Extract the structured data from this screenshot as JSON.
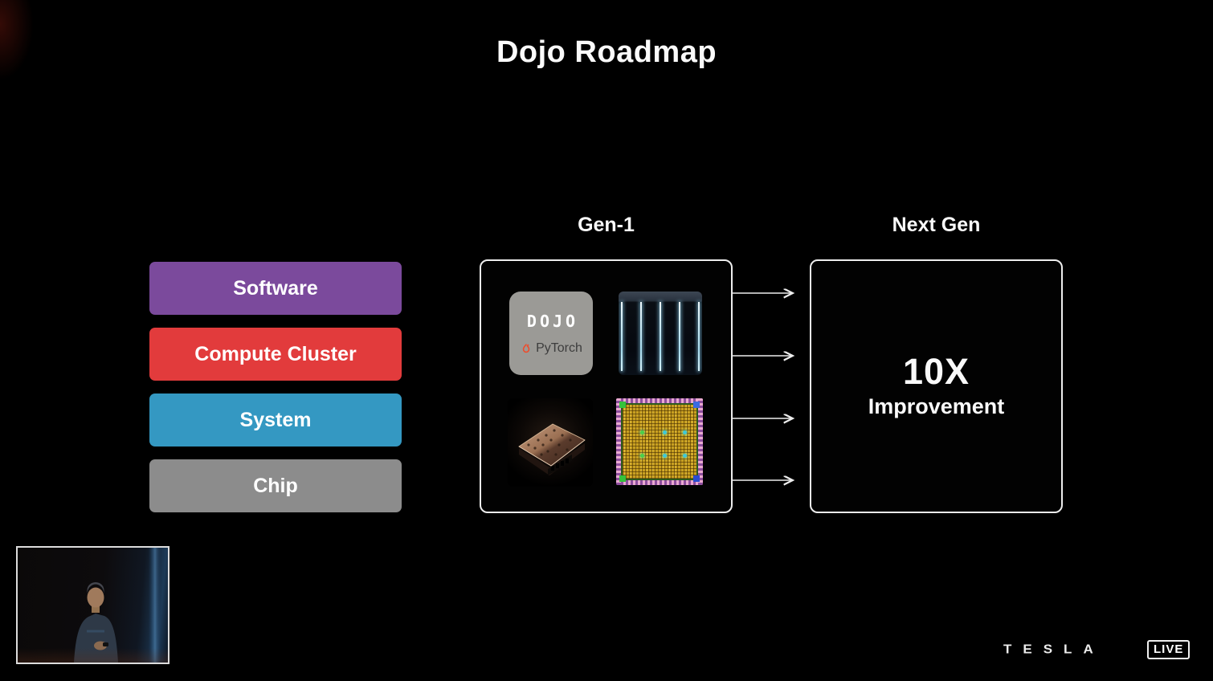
{
  "slide": {
    "title": "Dojo Roadmap"
  },
  "stack": {
    "items": [
      {
        "label": "Software",
        "color": "#7b4a9c"
      },
      {
        "label": "Compute Cluster",
        "color": "#e23b3c"
      },
      {
        "label": "System",
        "color": "#3498c2"
      },
      {
        "label": "Chip",
        "color": "#8c8c8c"
      }
    ]
  },
  "gen1": {
    "label": "Gen-1",
    "dojo_tile": {
      "dojo_text": "DOJO",
      "pytorch_text": "PyTorch",
      "flame_color": "#ee4c2c",
      "tile_bg": "#9b9a96"
    },
    "photo_tiles": [
      "compute-cluster-cabinets-photo",
      "training-tile-photo",
      "d1-chip-die-photo"
    ]
  },
  "next_gen": {
    "label": "Next Gen",
    "headline": "10X",
    "subheadline": "Improvement"
  },
  "diagram": {
    "arrow_count": 4,
    "arrow_color": "#ededed"
  },
  "footer": {
    "brand_wordmark": "TESLA",
    "live_badge": "LIVE"
  }
}
